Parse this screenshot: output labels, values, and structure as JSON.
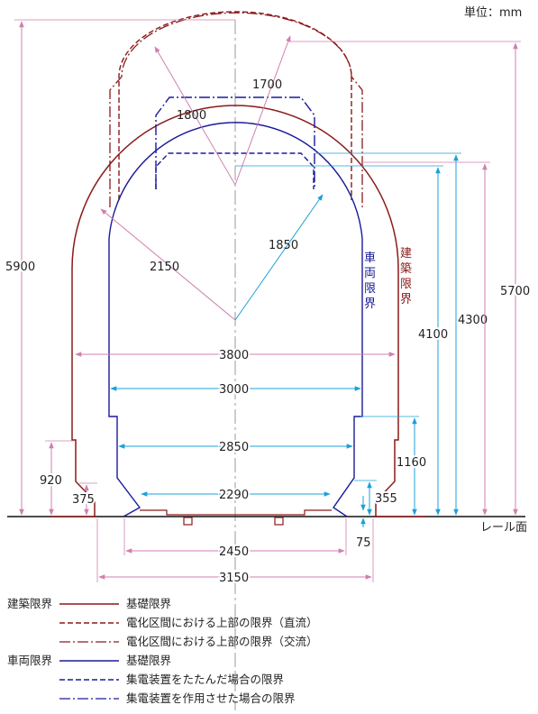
{
  "unit_label": "単位：mm",
  "rail_label": "レール面",
  "vertical_text": {
    "building_limit": [
      "建",
      "築",
      "限",
      "界"
    ],
    "vehicle_limit": [
      "車",
      "両",
      "限",
      "界"
    ]
  },
  "dimensions": {
    "d1700": "1700",
    "d1800": "1800",
    "d1850": "1850",
    "d2150": "2150",
    "d3800": "3800",
    "d3000": "3000",
    "d2850": "2850",
    "d2290": "2290",
    "d2450": "2450",
    "d3150": "3150",
    "d5900": "5900",
    "d920": "920",
    "d375": "375",
    "d1160": "1160",
    "d355": "355",
    "d75": "75",
    "d4100": "4100",
    "d4300": "4300",
    "d5700": "5700"
  },
  "legend": {
    "building_group": "建築限界",
    "vehicle_group": "車両限界",
    "items": [
      {
        "text": "基礎限界",
        "style": "solid",
        "color": "#8b1a1a"
      },
      {
        "text": "電化区間における上部の限界（直流）",
        "style": "dashed",
        "color": "#8b1a1a"
      },
      {
        "text": "電化区間における上部の限界（交流）",
        "style": "dashdot",
        "color": "#8b1a1a"
      },
      {
        "text": "基礎限界",
        "style": "solid",
        "color": "#1a1a9a"
      },
      {
        "text": "集電装置をたたんだ場合の限界",
        "style": "dashed",
        "color": "#1a1a9a"
      },
      {
        "text": "集電装置を作用させた場合の限界",
        "style": "dashdot",
        "color": "#1a1a9a"
      }
    ]
  },
  "colors": {
    "building": "#8b1a1a",
    "vehicle": "#1a1a9a",
    "dim_blue": "#1ca0d8",
    "dim_pink": "#d07fb0"
  }
}
